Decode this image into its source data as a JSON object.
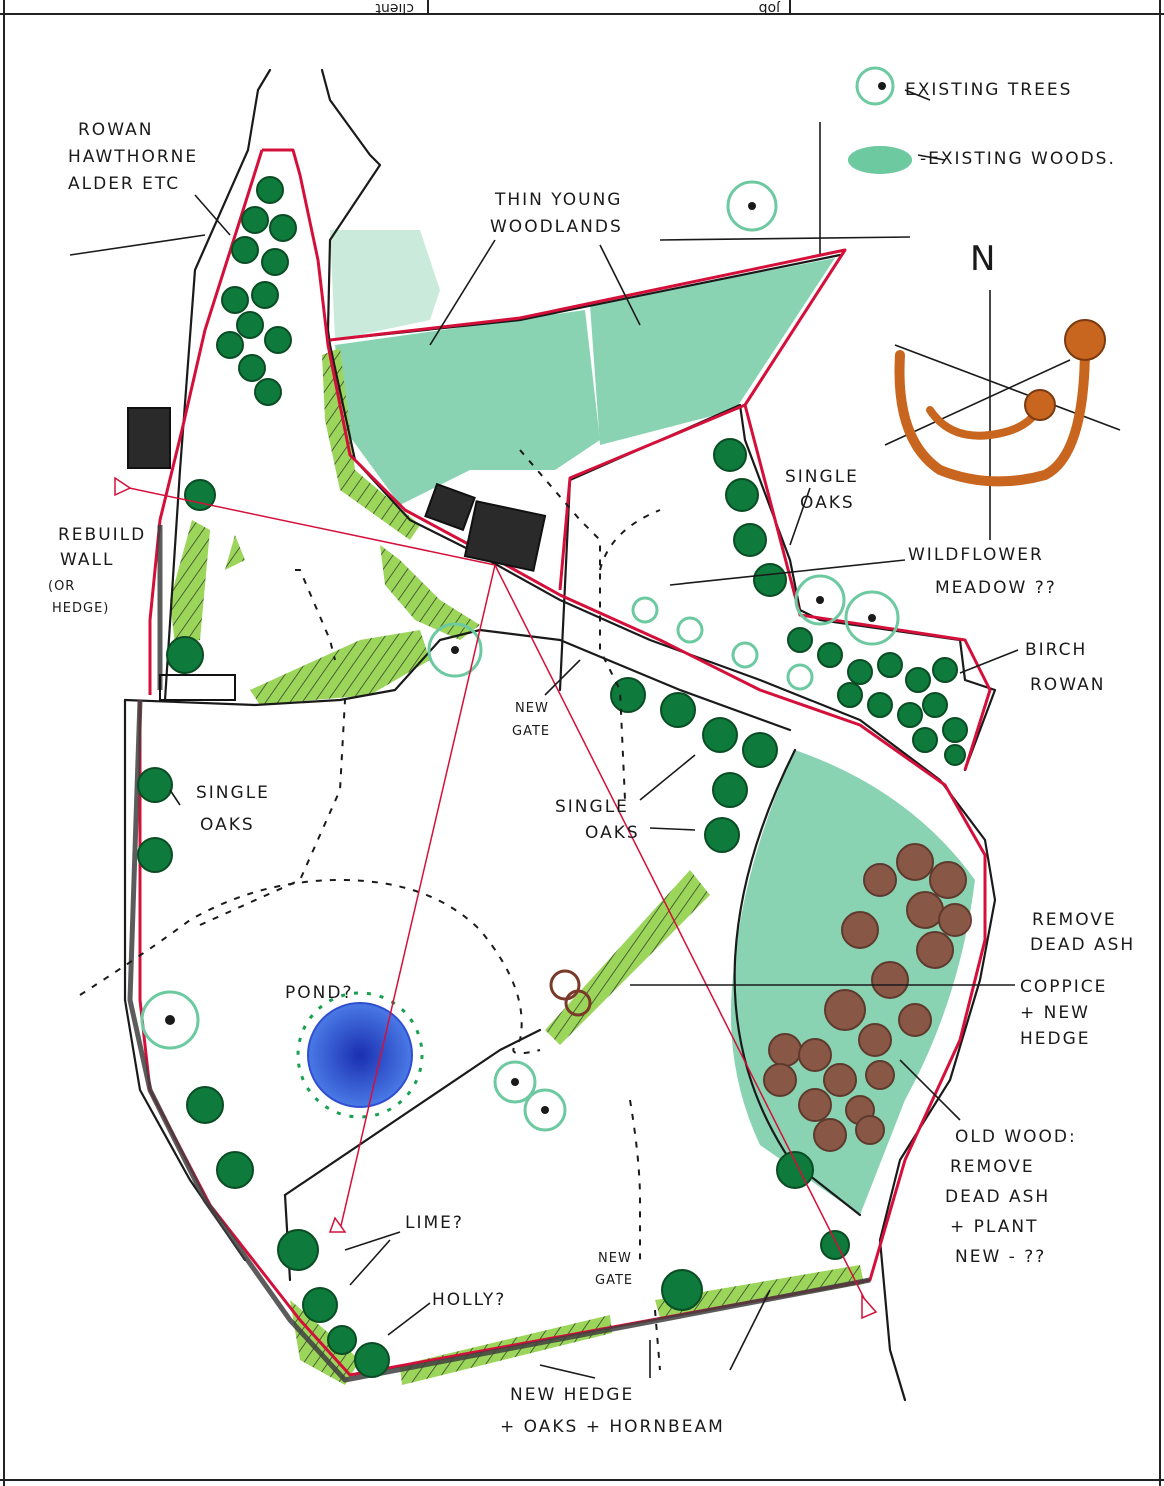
{
  "title_block": {
    "cell_1": "client",
    "cell_2": "job"
  },
  "legend": {
    "existing_trees": "EXISTING TREES",
    "existing_woods": "-EXISTING WOODS."
  },
  "compass": {
    "north": "N"
  },
  "labels": {
    "rowan": [
      "ROWAN",
      "HAWTHORNE",
      "ALDER ETC"
    ],
    "thin_young": [
      "THIN YOUNG",
      "WOODLANDS"
    ],
    "single_oaks_right": [
      "SINGLE",
      "OAKS"
    ],
    "wildflower": [
      "WILDFLOWER",
      "MEADOW ??"
    ],
    "birch_rowan": [
      "BIRCH",
      "ROWAN"
    ],
    "rebuild_wall": [
      "REBUILD",
      "WALL",
      "(OR",
      "HEDGE)"
    ],
    "new_gate_top": [
      "NEW",
      "GATE"
    ],
    "single_oaks_left": [
      "SINGLE",
      "OAKS"
    ],
    "single_oaks_mid": [
      "SINGLE",
      "OAKS"
    ],
    "remove_dead_ash": [
      "REMOVE",
      "DEAD ASH"
    ],
    "coppice": [
      "COPPICE",
      "+ NEW",
      "HEDGE"
    ],
    "pond": "POND?",
    "old_wood": [
      "OLD WOOD:",
      "REMOVE",
      "DEAD ASH",
      "+ PLANT",
      "NEW - ??"
    ],
    "lime": "LIME?",
    "holly": "HOLLY?",
    "new_gate_bottom": [
      "NEW",
      "GATE"
    ],
    "new_hedge": [
      "NEW HEDGE",
      "+ OAKS + HORNBEAM"
    ]
  },
  "colors": {
    "boundary_red": "#d4103a",
    "wall_grey": "#3a3a3a",
    "tree_green": "#0e7a3c",
    "woods_green": "#6cc9a0",
    "hedge_green": "#8fd14f",
    "ash_brown": "#7a3a2a",
    "sun_orange": "#c8651e",
    "pond_blue": "#2f4fd0"
  }
}
